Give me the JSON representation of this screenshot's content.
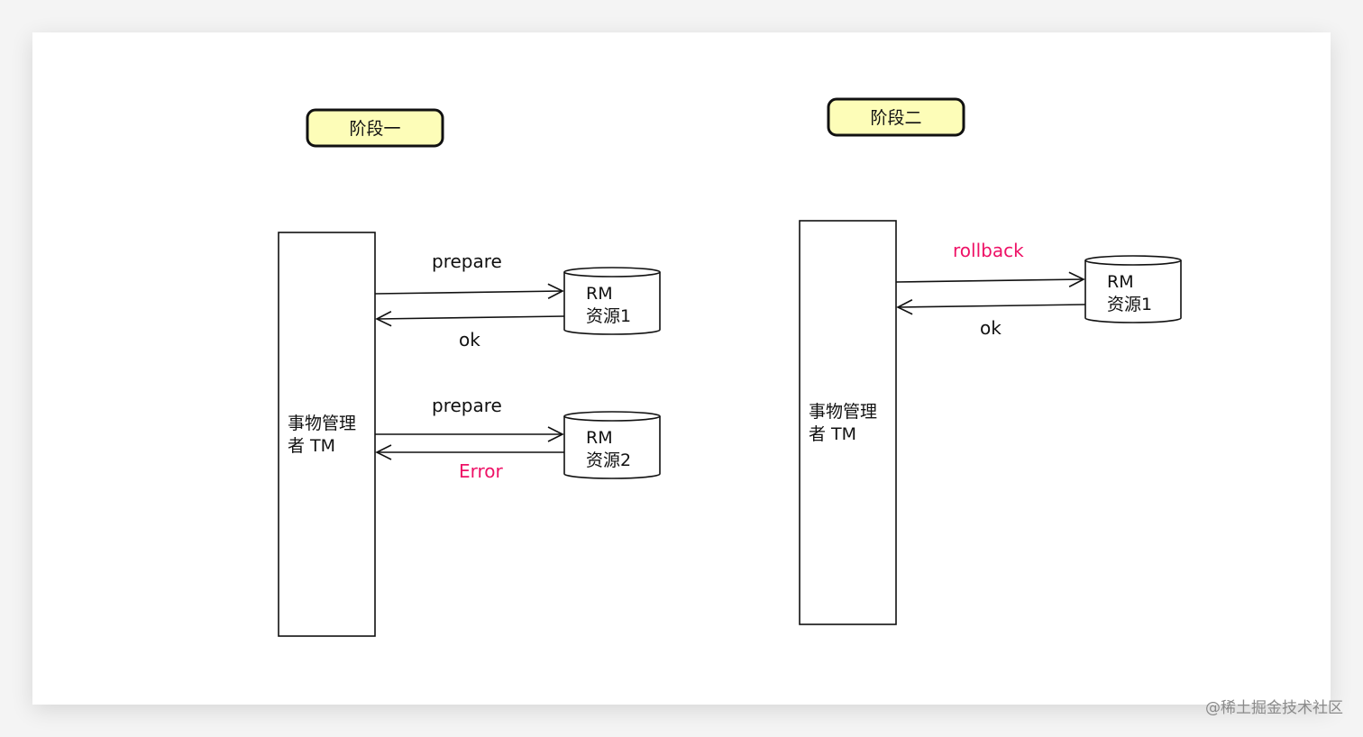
{
  "phases": [
    {
      "title": "阶段一",
      "manager": [
        "事物管理",
        "者 TM"
      ],
      "resources": [
        {
          "line1": "RM",
          "line2": "资源1",
          "request": "prepare",
          "response": "ok",
          "response_color": "#111111"
        },
        {
          "line1": "RM",
          "line2": "资源2",
          "request": "prepare",
          "response": "Error",
          "response_color": "#ee1166"
        }
      ]
    },
    {
      "title": "阶段二",
      "manager": [
        "事物管理",
        "者 TM"
      ],
      "resources": [
        {
          "line1": "RM",
          "line2": "资源1",
          "request": "rollback",
          "request_color": "#ee1166",
          "response": "ok",
          "response_color": "#111111"
        }
      ]
    }
  ],
  "colors": {
    "phase_badge_fill": "#fdfdb8",
    "error_text": "#ee1166",
    "stroke": "#111111"
  },
  "watermark": "@稀土掘金技术社区"
}
